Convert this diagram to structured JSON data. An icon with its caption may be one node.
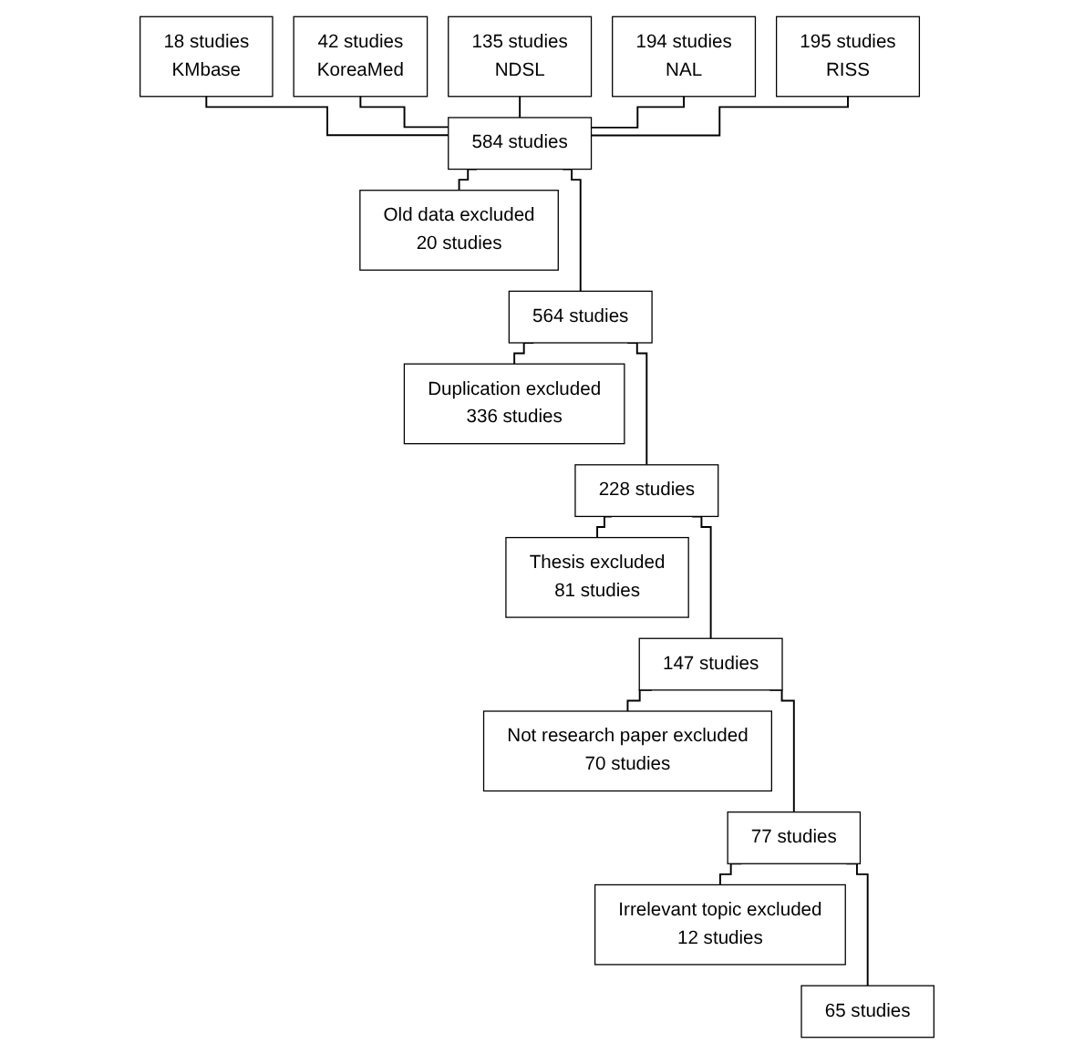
{
  "diagram": {
    "nodes": [
      {
        "text": [
          "18 studies",
          "KMbase"
        ]
      },
      {
        "text": [
          "42 studies",
          "KoreaMed"
        ]
      },
      {
        "text": [
          "135 studies",
          "NDSL"
        ]
      },
      {
        "text": [
          "194 studies",
          "NAL"
        ]
      },
      {
        "text": [
          "195 studies",
          "RISS"
        ]
      },
      {
        "text": [
          "584 studies"
        ]
      },
      {
        "text": [
          "Old data excluded",
          "20 studies"
        ]
      },
      {
        "text": [
          "564 studies"
        ]
      },
      {
        "text": [
          "Duplication excluded",
          "336 studies"
        ]
      },
      {
        "text": [
          "228 studies"
        ]
      },
      {
        "text": [
          "Thesis excluded",
          "81 studies"
        ]
      },
      {
        "text": [
          "147 studies"
        ]
      },
      {
        "text": [
          "Not research paper excluded",
          "70 studies"
        ]
      },
      {
        "text": [
          "77 studies"
        ]
      },
      {
        "text": [
          "Irrelevant topic excluded",
          "12 studies"
        ]
      },
      {
        "text": [
          "65 studies"
        ]
      }
    ],
    "edges": [
      {
        "from": 0,
        "to": 5,
        "arrow": "none"
      },
      {
        "from": 1,
        "to": 5,
        "arrow": "none"
      },
      {
        "from": 2,
        "to": 5,
        "arrow": "none"
      },
      {
        "from": 3,
        "to": 5,
        "arrow": "none"
      },
      {
        "from": 4,
        "to": 5,
        "arrow": "none"
      },
      {
        "from": 5,
        "to": 6,
        "arrow": "none"
      },
      {
        "from": 5,
        "to": 7,
        "arrow": "none"
      },
      {
        "from": 7,
        "to": 8,
        "arrow": "none"
      },
      {
        "from": 7,
        "to": 9,
        "arrow": "none"
      },
      {
        "from": 9,
        "to": 10,
        "arrow": "none"
      },
      {
        "from": 9,
        "to": 11,
        "arrow": "none"
      },
      {
        "from": 11,
        "to": 12,
        "arrow": "none"
      },
      {
        "from": 11,
        "to": 13,
        "arrow": "none"
      },
      {
        "from": 13,
        "to": 14,
        "arrow": "none"
      },
      {
        "from": 13,
        "to": 15,
        "arrow": "none"
      }
    ]
  }
}
